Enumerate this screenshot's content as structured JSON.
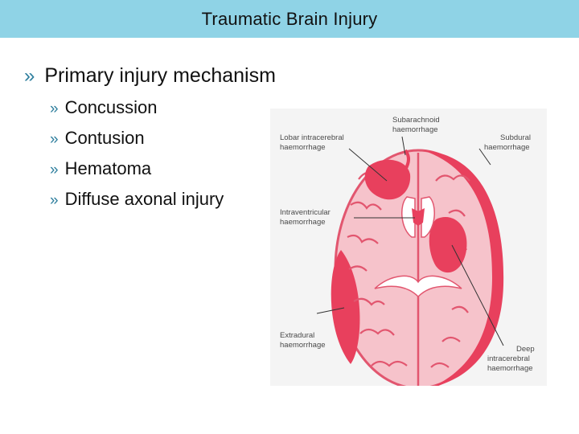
{
  "header": {
    "title": "Traumatic Brain Injury"
  },
  "content": {
    "main_bullet": "Primary injury mechanism",
    "bullet_marker": "»",
    "sub_bullets": [
      "Concussion",
      "Contusion",
      "Hematoma",
      "Diffuse axonal injury"
    ]
  },
  "diagram": {
    "labels": {
      "subarachnoid_1": "Subarachnoid",
      "subarachnoid_2": "haemorrhage",
      "lobar_1": "Lobar intracerebral",
      "lobar_2": "haemorrhage",
      "subdural_1": "Subdural",
      "subdural_2": "haemorrhage",
      "intraventricular_1": "Intraventricular",
      "intraventricular_2": "haemorrhage",
      "extradural_1": "Extradural",
      "extradural_2": "haemorrhage",
      "deep_1": "Deep",
      "deep_2": "intracerebral",
      "deep_3": "haemorrhage"
    },
    "colors": {
      "background": "#f4f4f4",
      "tissue": "#f6c3cb",
      "outline": "#e2566f",
      "hemorrhage": "#e8405d",
      "ventricle": "#ffffff",
      "leader": "#333333"
    }
  }
}
